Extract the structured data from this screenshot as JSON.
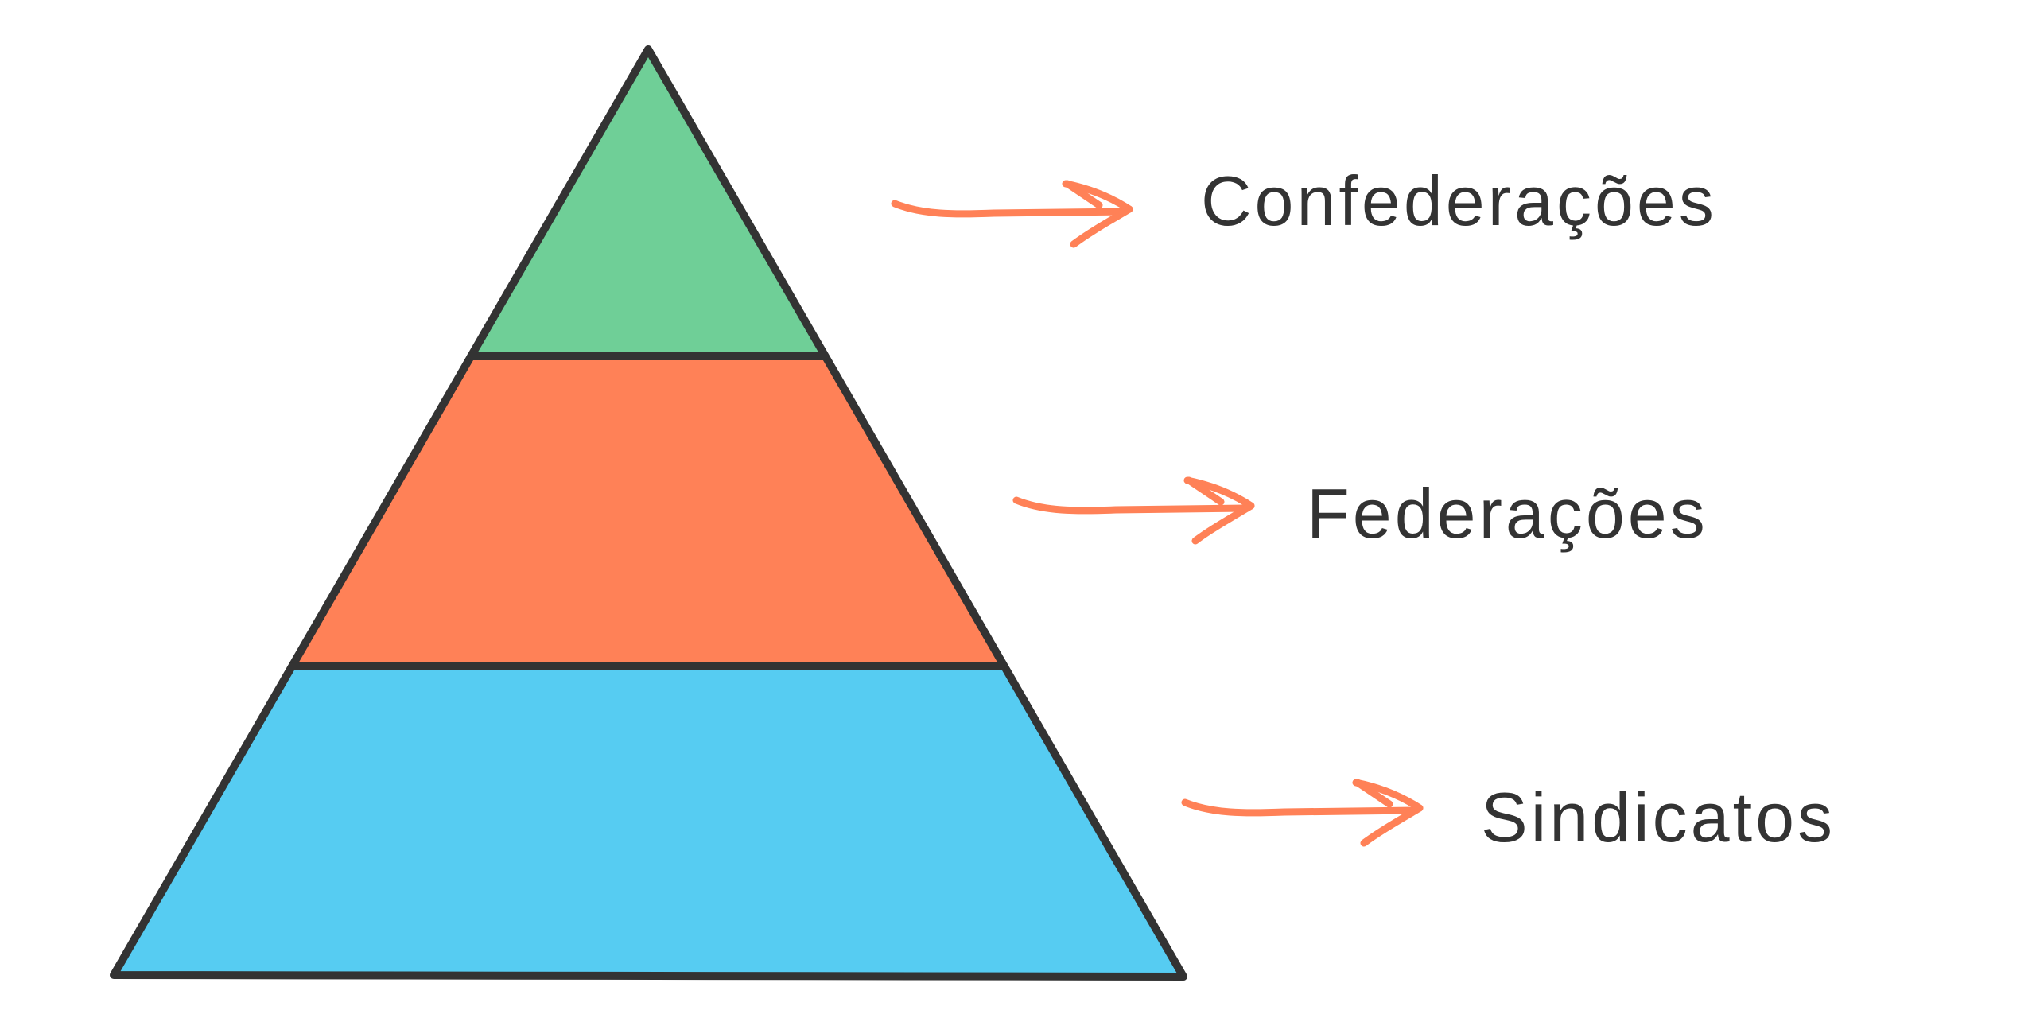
{
  "diagram": {
    "type": "pyramid",
    "colors": {
      "outline": "#333333",
      "arrow": "#ff8157",
      "text": "#333333"
    },
    "tiers": [
      {
        "label": "Confederações",
        "color": "#6fcf97"
      },
      {
        "label": "Federações",
        "color": "#ff8157"
      },
      {
        "label": "Sindicatos",
        "color": "#56ccf2"
      }
    ]
  }
}
